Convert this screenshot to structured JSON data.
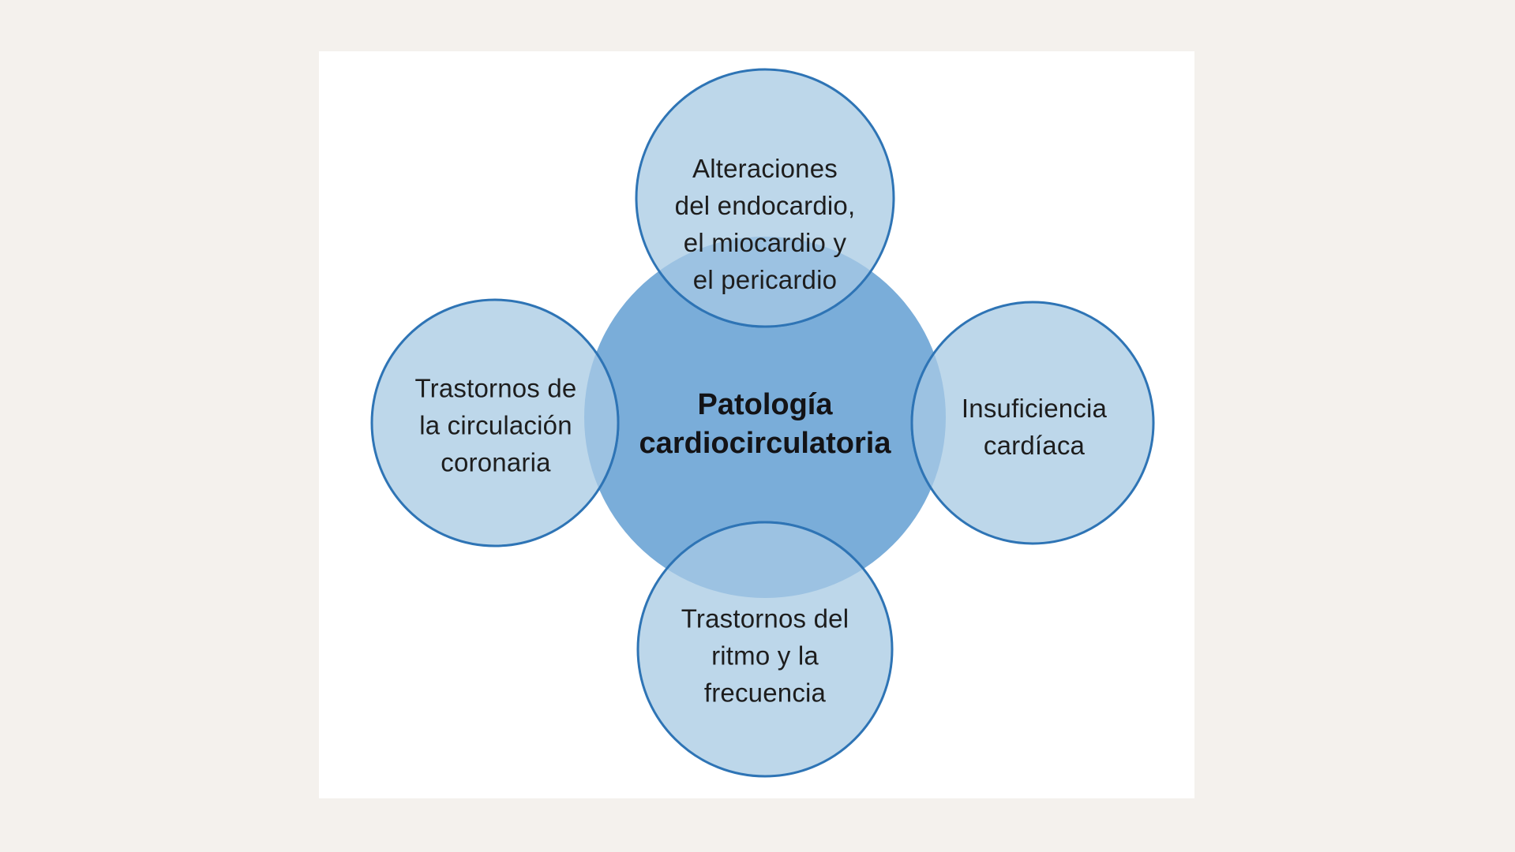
{
  "diagram": {
    "title": "Patología cardiocirculatoria",
    "colors": {
      "page_bg": "#f4f1ed",
      "panel_bg": "#ffffff",
      "center_fill": "#7aadd9",
      "node_fill": "#bdd7ea",
      "node_border": "#2e74b5",
      "overlap_fill": "#9cc2e2",
      "center_text": "#131316",
      "node_text": "#1d1d1d"
    },
    "center": {
      "label": "Patología\ncardiocirculatoria"
    },
    "nodes": [
      {
        "id": "top",
        "label": "Alteraciones\ndel endocardio,\nel miocardio y\nel pericardio"
      },
      {
        "id": "left",
        "label": "Trastornos de\nla circulación\ncoronaria"
      },
      {
        "id": "right",
        "label": "Insuficiencia\ncardíaca"
      },
      {
        "id": "bottom",
        "label": "Trastornos del\nritmo y la\nfrecuencia"
      }
    ]
  }
}
